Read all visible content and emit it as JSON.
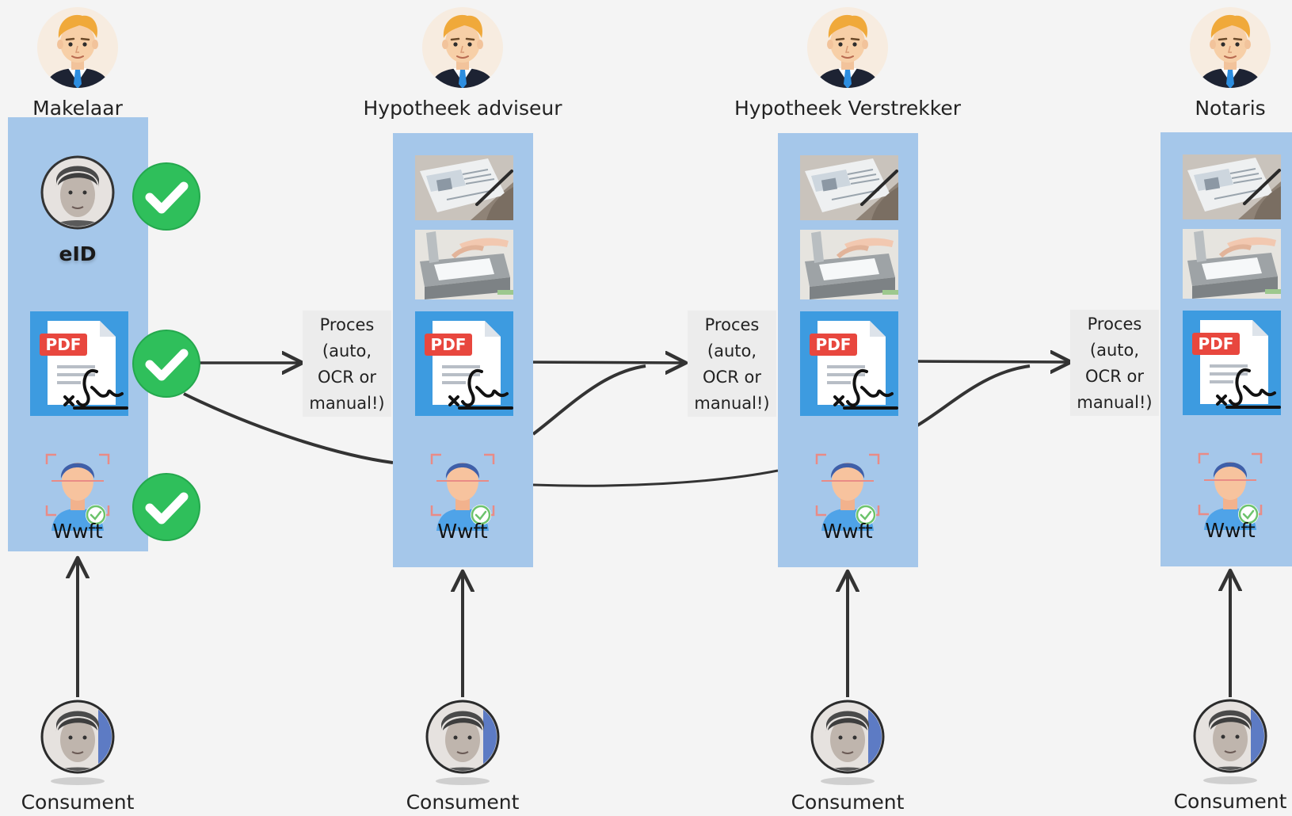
{
  "roles": [
    {
      "name": "Makelaar"
    },
    {
      "name": "Hypotheek adviseur"
    },
    {
      "name": "Hypotheek Verstrekker"
    },
    {
      "name": "Notaris"
    }
  ],
  "eid_label": "eID",
  "wwft_label": "Wwft",
  "pdf_label": "PDF",
  "process_box": {
    "lines": [
      "Proces",
      "(auto,",
      "OCR or",
      "manual!)"
    ]
  },
  "consumer_label": "Consument",
  "colors": {
    "background": "#f4f4f4",
    "column": "#a5c7ea",
    "check_green": "#2fbf5b",
    "pdf_red": "#e8473e",
    "arrow": "#333333"
  },
  "icons": [
    "advisor-avatar-icon",
    "consumer-photo-icon",
    "check-icon",
    "pdf-signed-icon",
    "passport-photo-icon",
    "scanner-photo-icon",
    "face-scan-icon"
  ]
}
